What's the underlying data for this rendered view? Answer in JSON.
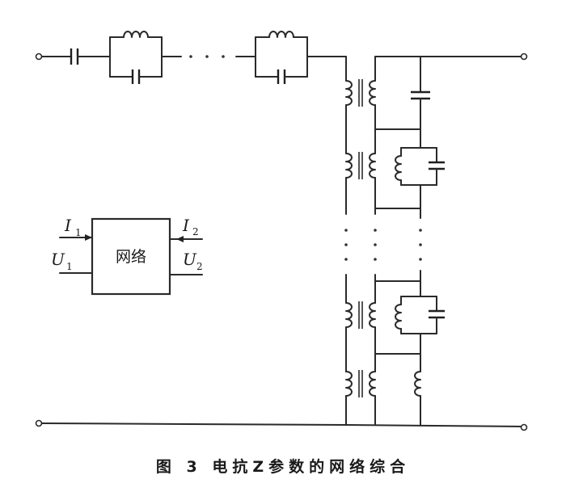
{
  "figure": {
    "block": {
      "label": "网络",
      "input_current": "I",
      "input_current_sub": "1",
      "input_voltage": "U",
      "input_voltage_sub": "1",
      "output_current": "I",
      "output_current_sub": "2",
      "output_voltage": "U",
      "output_voltage_sub": "2"
    },
    "caption": "图 3  电抗Z参数的网络综合"
  }
}
